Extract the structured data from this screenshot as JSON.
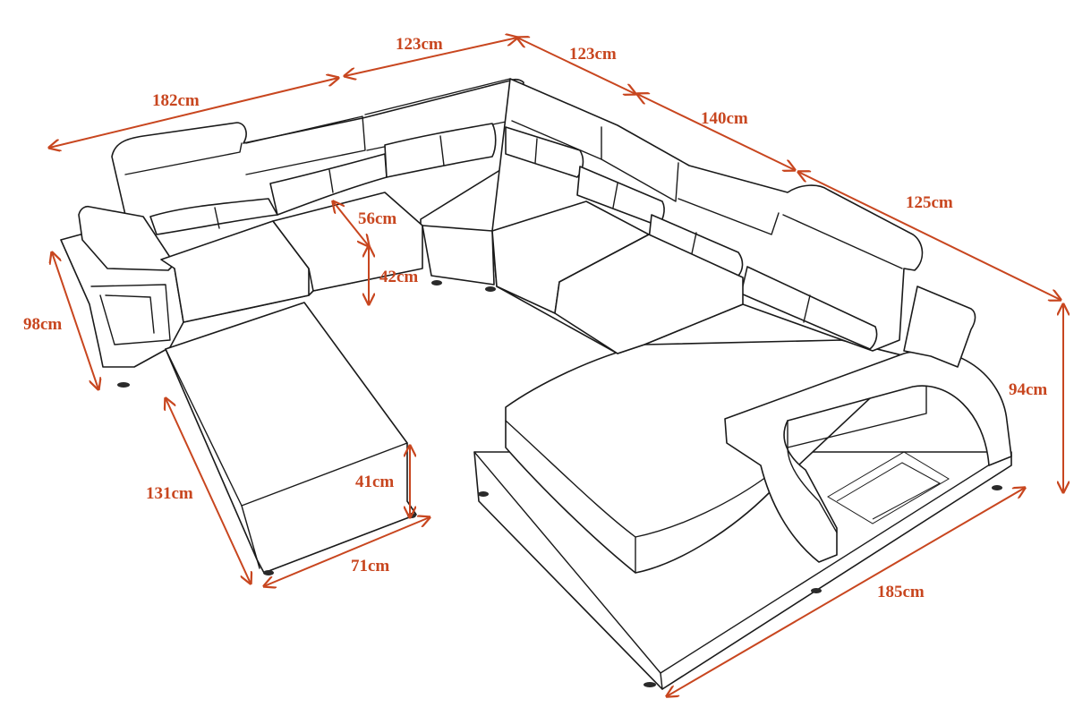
{
  "colors": {
    "dimension": "#c8461f",
    "outline": "#1a1a1a",
    "background": "#ffffff"
  },
  "dimensions": {
    "back_left": "182cm",
    "back_middle": "123cm",
    "corner": "123cm",
    "right_back": "140cm",
    "right_end": "125cm",
    "left_depth": "98cm",
    "seat_depth": "56cm",
    "seat_height": "42cm",
    "right_height": "94cm",
    "ottoman_length": "131cm",
    "ottoman_width": "71cm",
    "ottoman_height": "41cm",
    "chaise_length": "185cm"
  }
}
